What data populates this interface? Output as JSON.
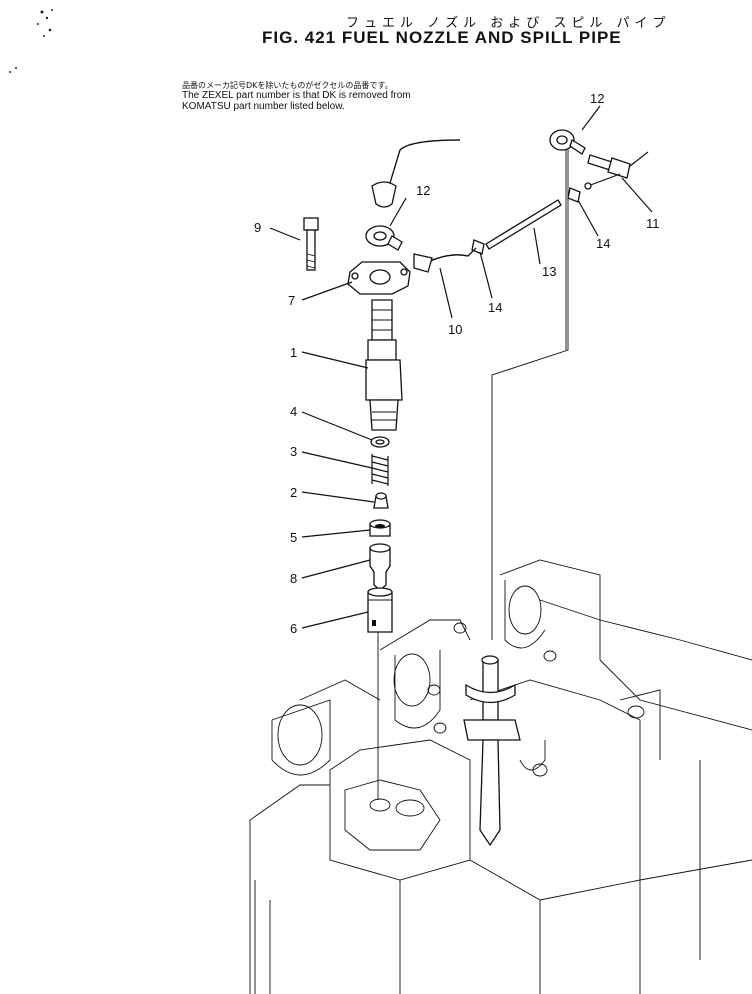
{
  "header": {
    "jp_title": "フュエル ノズル および スピル パイプ",
    "fig_title": "FIG. 421  FUEL NOZZLE AND SPILL PIPE"
  },
  "notes": {
    "jp": "品番のメーカ記号DKを除いたものがゼクセルの品番です。",
    "en_line1": "The ZEXEL part number is that DK is removed from",
    "en_line2": "KOMATSU part number listed below."
  },
  "callouts": [
    "12",
    "9",
    "12",
    "7",
    "1",
    "4",
    "3",
    "2",
    "5",
    "8",
    "6",
    "10",
    "14",
    "13",
    "14",
    "11"
  ]
}
